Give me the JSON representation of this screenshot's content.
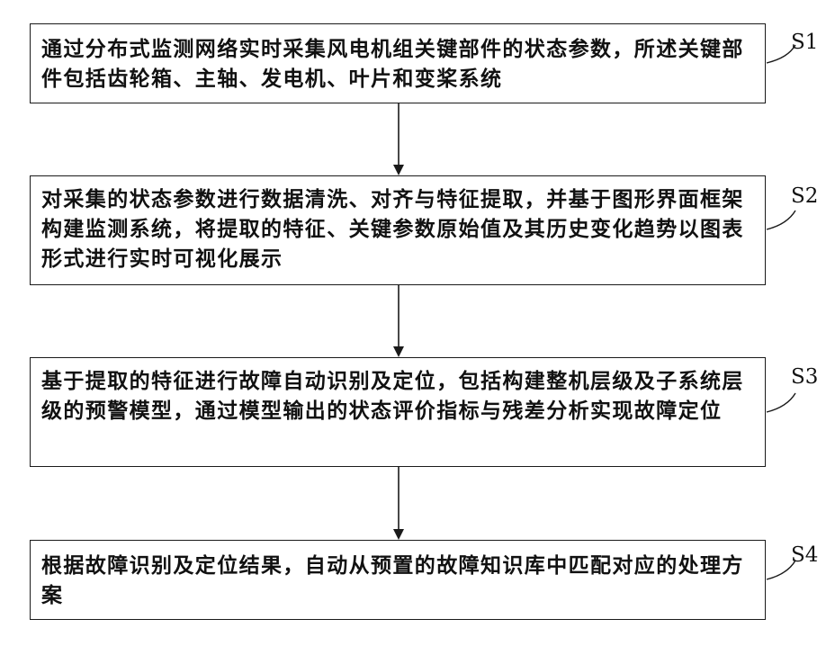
{
  "steps": [
    {
      "label": "S1",
      "text": "通过分布式监测网络实时采集风电机组关键部件的状态参数，所述关键部件包括齿轮箱、主轴、发电机、叶片和变桨系统"
    },
    {
      "label": "S2",
      "text": "对采集的状态参数进行数据清洗、对齐与特征提取，并基于图形界面框架构建监测系统，将提取的特征、关键参数原始值及其历史变化趋势以图表形式进行实时可视化展示"
    },
    {
      "label": "S3",
      "text": "基于提取的特征进行故障自动识别及定位，包括构建整机层级及子系统层级的预警模型，通过模型输出的状态评价指标与残差分析实现故障定位"
    },
    {
      "label": "S4",
      "text": "根据故障识别及定位结果，自动从预置的故障知识库中匹配对应的处理方案"
    }
  ]
}
